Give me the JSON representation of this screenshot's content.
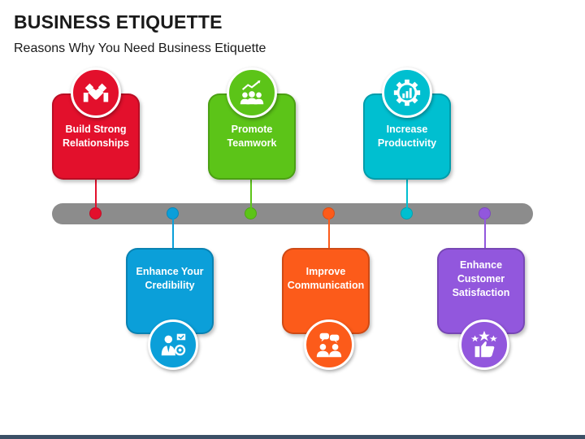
{
  "title": "BUSINESS ETIQUETTE",
  "subtitle": "Reasons Why You Need Business Etiquette",
  "steps": [
    {
      "label": "Build Strong Relationships",
      "color": "#e3102c",
      "position": "top",
      "icon": "handshake-icon"
    },
    {
      "label": "Enhance Your Credibility",
      "color": "#0b9fd9",
      "position": "bottom",
      "icon": "professional-target-icon"
    },
    {
      "label": "Promote Teamwork",
      "color": "#5cc418",
      "position": "top",
      "icon": "team-growth-icon"
    },
    {
      "label": "Improve Communication",
      "color": "#fc5b1a",
      "position": "bottom",
      "icon": "conversation-icon"
    },
    {
      "label": "Increase Productivity",
      "color": "#00bfd0",
      "position": "top",
      "icon": "gear-chart-icon"
    },
    {
      "label": "Enhance Customer Satisfaction",
      "color": "#9257dd",
      "position": "bottom",
      "icon": "thumbs-up-stars-icon"
    }
  ]
}
